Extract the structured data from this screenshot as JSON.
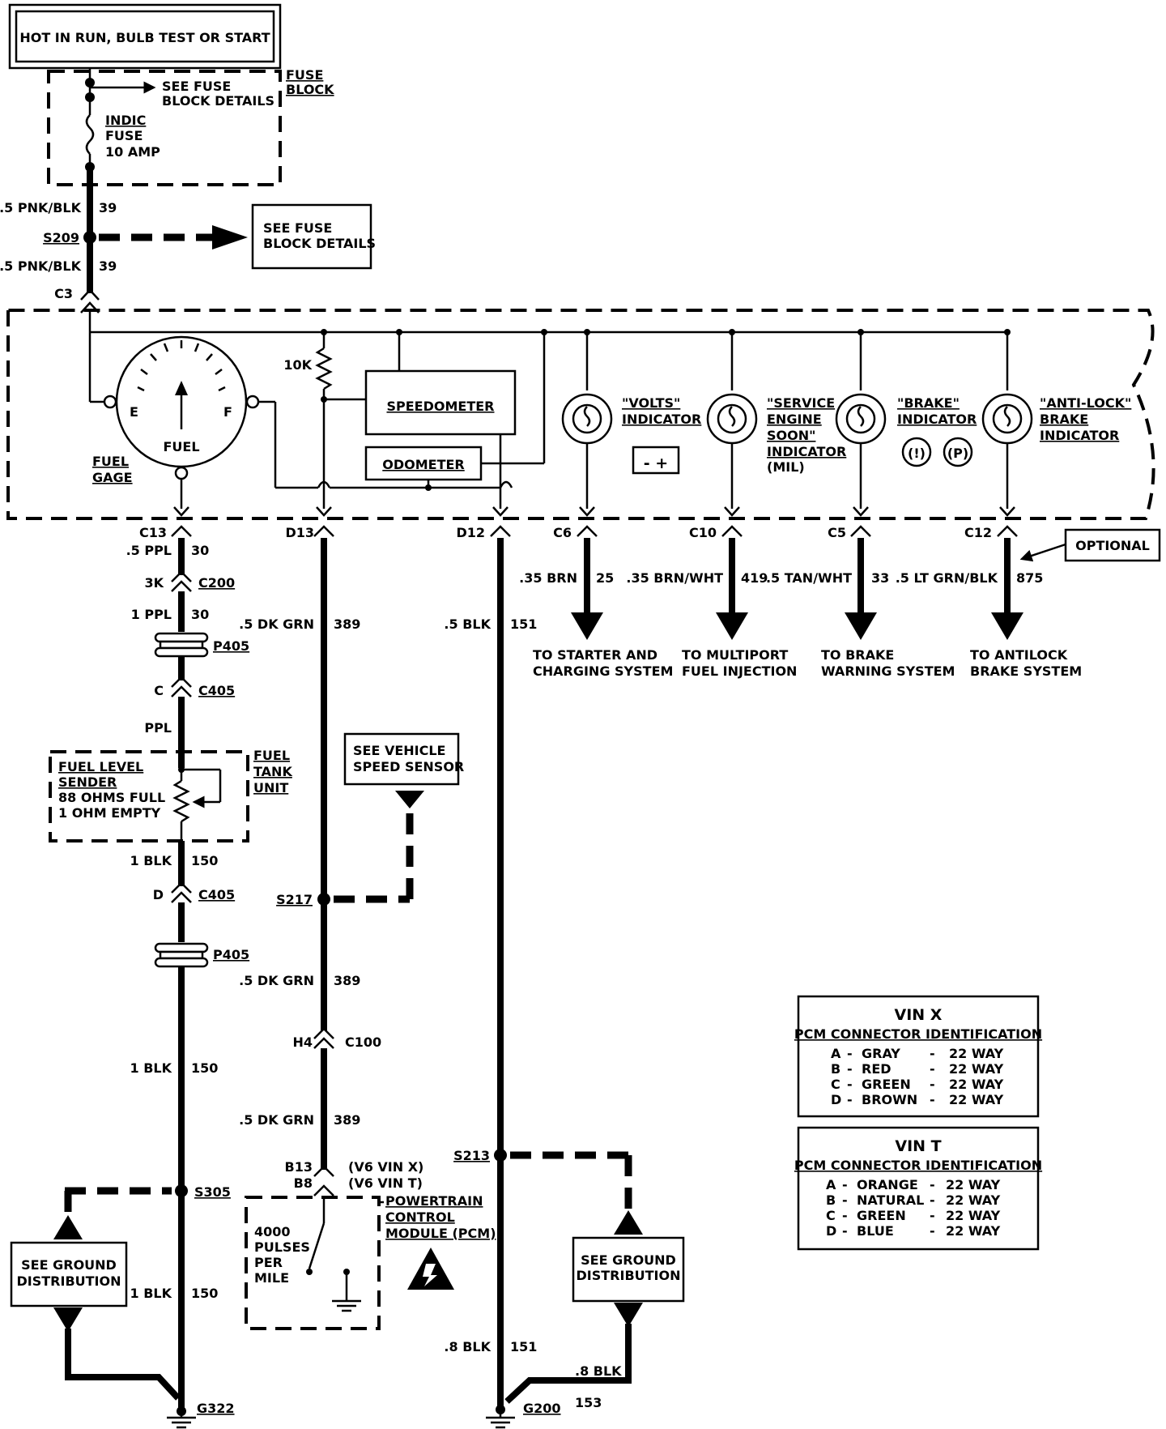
{
  "power_box": "HOT IN RUN, BULB TEST OR START",
  "fuse_block": {
    "title_line1": "FUSE",
    "title_line2": "BLOCK",
    "see_line1": "SEE FUSE",
    "see_line2": "BLOCK DETAILS",
    "fuse_line1": "INDIC",
    "fuse_line2": "FUSE",
    "fuse_line3": "10 AMP"
  },
  "feed": {
    "wire_top": ".5 PNK/BLK",
    "circuit_top": "39",
    "splice": "S209",
    "splice_box_line1": "SEE FUSE",
    "splice_box_line2": "BLOCK DETAILS",
    "wire_bottom": ".5 PNK/BLK",
    "circuit_bottom": "39",
    "connector": "C3"
  },
  "cluster": {
    "resistor": "10K",
    "speedometer": "SPEEDOMETER",
    "odometer": "ODOMETER",
    "gage_label": "FUEL",
    "gage_e": "E",
    "gage_f": "F",
    "fuel_gage_line1": "FUEL",
    "fuel_gage_line2": "GAGE",
    "volts_line1": "\"VOLTS\"",
    "volts_line2": "INDICATOR",
    "ses_line1": "\"SERVICE",
    "ses_line2": "ENGINE",
    "ses_line3": "SOON\"",
    "ses_line4": "INDICATOR",
    "ses_line5": "(MIL)",
    "brake_line1": "\"BRAKE\"",
    "brake_line2": "INDICATOR",
    "abs_line1": "\"ANTI-LOCK\"",
    "abs_line2": "BRAKE",
    "abs_line3": "INDICATOR"
  },
  "lower_connectors": {
    "c13": "C13",
    "d13": "D13",
    "d12": "D12",
    "c6": "C6",
    "c10": "C10",
    "c5": "C5",
    "c12": "C12"
  },
  "outputs": {
    "optional": "OPTIONAL",
    "c6_wire": ".35 BRN",
    "c6_circuit": "25",
    "c6_dest1": "TO STARTER AND",
    "c6_dest2": "CHARGING SYSTEM",
    "c10_wire": ".35 BRN/WHT",
    "c10_circuit": "419",
    "c10_dest1": "TO MULTIPORT",
    "c10_dest2": "FUEL INJECTION",
    "c5_wire": ".5 TAN/WHT",
    "c5_circuit": "33",
    "c5_dest1": "TO BRAKE",
    "c5_dest2": "WARNING SYSTEM",
    "c12_wire": ".5 LT GRN/BLK",
    "c12_circuit": "875",
    "c12_dest1": "TO ANTILOCK",
    "c12_dest2": "BRAKE SYSTEM"
  },
  "fuel_circuit": {
    "w1": ".5 PPL",
    "c1": "30",
    "pin1": "3K",
    "conn1": "C200",
    "w2": "1 PPL",
    "c2": "30",
    "p405a": "P405",
    "pin2": "C",
    "conn2": "C405",
    "w3": "PPL",
    "sender_line1": "FUEL LEVEL",
    "sender_line2": "SENDER",
    "sender_line3": "88 OHMS FULL",
    "sender_line4": "1 OHM EMPTY",
    "tank_line1": "FUEL",
    "tank_line2": "TANK",
    "tank_line3": "UNIT",
    "w4": "1 BLK",
    "c4": "150",
    "pin3": "D",
    "conn3": "C405",
    "p405b": "P405",
    "w5": "1 BLK",
    "c5": "150",
    "splice": "S305",
    "w6": "1 BLK",
    "c6": "150",
    "ground": "G322",
    "gnd_box_line1": "SEE GROUND",
    "gnd_box_line2": "DISTRIBUTION"
  },
  "speed_circuit": {
    "w1": ".5 DK GRN",
    "c1": "389",
    "vss_line1": "SEE VEHICLE",
    "vss_line2": "SPEED SENSOR",
    "splice": "S217",
    "w2": ".5 DK GRN",
    "c2": "389",
    "pin": "H4",
    "conn": "C100",
    "w3": ".5 DK GRN",
    "c3": "389",
    "pin_b13": "B13",
    "pin_b8": "B8",
    "vin_x": "(V6  VIN X)",
    "vin_t": "(V6  VIN T)",
    "pcm_line1": "POWERTRAIN",
    "pcm_line2": "CONTROL",
    "pcm_line3": "MODULE (PCM)",
    "pulses_line1": "4000",
    "pulses_line2": "PULSES",
    "pulses_line3": "PER",
    "pulses_line4": "MILE"
  },
  "ground_circuit": {
    "w1": ".5 BLK",
    "c1": "151",
    "splice": "S213",
    "gnd_box_line1": "SEE GROUND",
    "gnd_box_line2": "DISTRIBUTION",
    "w2": ".8 BLK",
    "c2": "151",
    "w3": ".8 BLK",
    "c3": "153",
    "ground": "G200"
  },
  "vin_x_table": {
    "title": "VIN X",
    "subtitle": "PCM CONNECTOR IDENTIFICATION",
    "rows": [
      {
        "letter": "A",
        "color": "GRAY",
        "way": "22 WAY"
      },
      {
        "letter": "B",
        "color": "RED",
        "way": "22 WAY"
      },
      {
        "letter": "C",
        "color": "GREEN",
        "way": "22 WAY"
      },
      {
        "letter": "D",
        "color": "BROWN",
        "way": "22 WAY"
      }
    ]
  },
  "vin_t_table": {
    "title": "VIN T",
    "subtitle": "PCM CONNECTOR IDENTIFICATION",
    "rows": [
      {
        "letter": "A",
        "color": "ORANGE",
        "way": "22 WAY"
      },
      {
        "letter": "B",
        "color": "NATURAL",
        "way": "22 WAY"
      },
      {
        "letter": "C",
        "color": "GREEN",
        "way": "22 WAY"
      },
      {
        "letter": "D",
        "color": "BLUE",
        "way": "22 WAY"
      }
    ]
  }
}
